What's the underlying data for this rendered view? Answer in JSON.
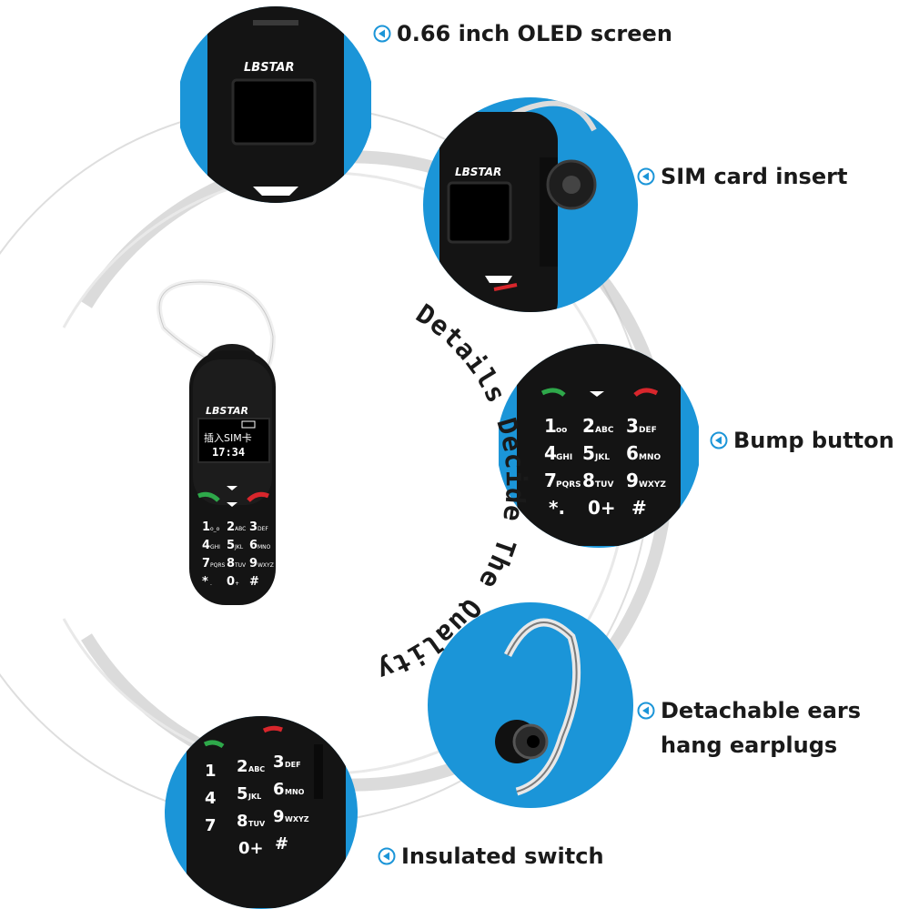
{
  "labels": {
    "oled": "0.66 inch OLED screen",
    "sim": "SIM card insert",
    "bump": "Bump button",
    "ears_line1": "Detachable ears",
    "ears_line2": "hang earplugs",
    "switch": "Insulated switch"
  },
  "slogan": "Details Decide The Quality",
  "phone": {
    "brand": "LBSTAR",
    "screen_text": "插入SIM卡",
    "time": "17:34"
  },
  "keypad": [
    {
      "digit": "1",
      "letters": "o_o"
    },
    {
      "digit": "2",
      "letters": "ABC"
    },
    {
      "digit": "3",
      "letters": "DEF"
    },
    {
      "digit": "4",
      "letters": "GHI"
    },
    {
      "digit": "5",
      "letters": "JKL"
    },
    {
      "digit": "6",
      "letters": "MNO"
    },
    {
      "digit": "7",
      "letters": "PQRS"
    },
    {
      "digit": "8",
      "letters": "TUV"
    },
    {
      "digit": "9",
      "letters": "WXYZ"
    },
    {
      "digit": "*",
      "letters": "."
    },
    {
      "digit": "0",
      "letters": "+"
    },
    {
      "digit": "#",
      "letters": ""
    }
  ],
  "colors": {
    "accent_blue": "#1b95d8",
    "phone_body": "#141414",
    "call_green": "#2ea84a",
    "end_red": "#d8262c",
    "label_text": "#1a1a1a"
  },
  "icons": [
    "speaker-icon"
  ]
}
